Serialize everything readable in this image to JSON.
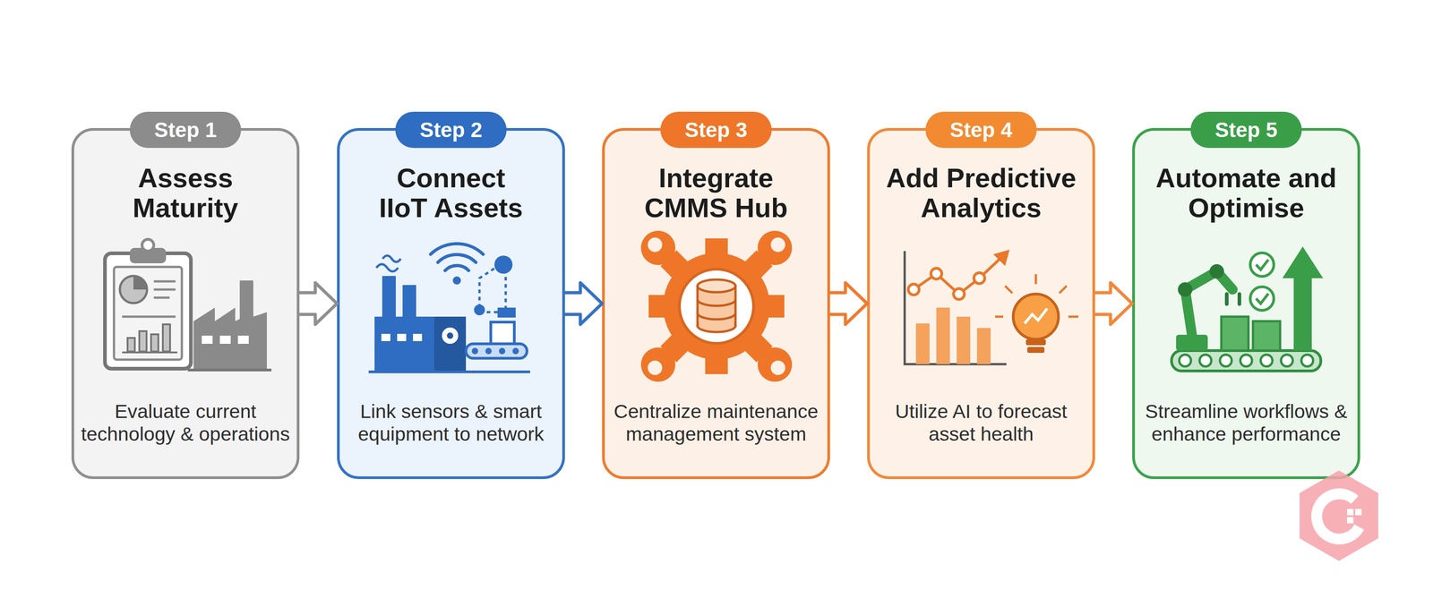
{
  "diagram": {
    "nodes": [
      {
        "text": [
          "Assess Maturity",
          "Evaluate current technology & operations"
        ]
      },
      {
        "text": [
          "Step 1"
        ],
        "in": 0
      },
      {
        "text": [
          "Connect IIoT Assets",
          "Link sensors & smart equipment to network"
        ]
      },
      {
        "text": [
          "Step 2"
        ],
        "in": 2
      },
      {
        "text": [
          "Integrate CMMS Hub",
          "Centralize maintenance management system"
        ]
      },
      {
        "text": [
          "Step 3"
        ],
        "in": 4
      },
      {
        "text": [
          "Add Predictive Analytics",
          "Utilize AI to forecast asset health"
        ]
      },
      {
        "text": [
          "Step 4"
        ],
        "in": 6
      },
      {
        "text": [
          "Automate and Optimise",
          "Streamline workflows & enhance performance"
        ]
      },
      {
        "text": [
          "Step 5"
        ],
        "in": 8
      }
    ],
    "edges": [
      {
        "from": 0,
        "to": 2,
        "arrow": "to"
      },
      {
        "from": 2,
        "to": 4,
        "arrow": "to"
      },
      {
        "from": 4,
        "to": 6,
        "arrow": "to"
      },
      {
        "from": 6,
        "to": 8,
        "arrow": "to"
      }
    ]
  }
}
